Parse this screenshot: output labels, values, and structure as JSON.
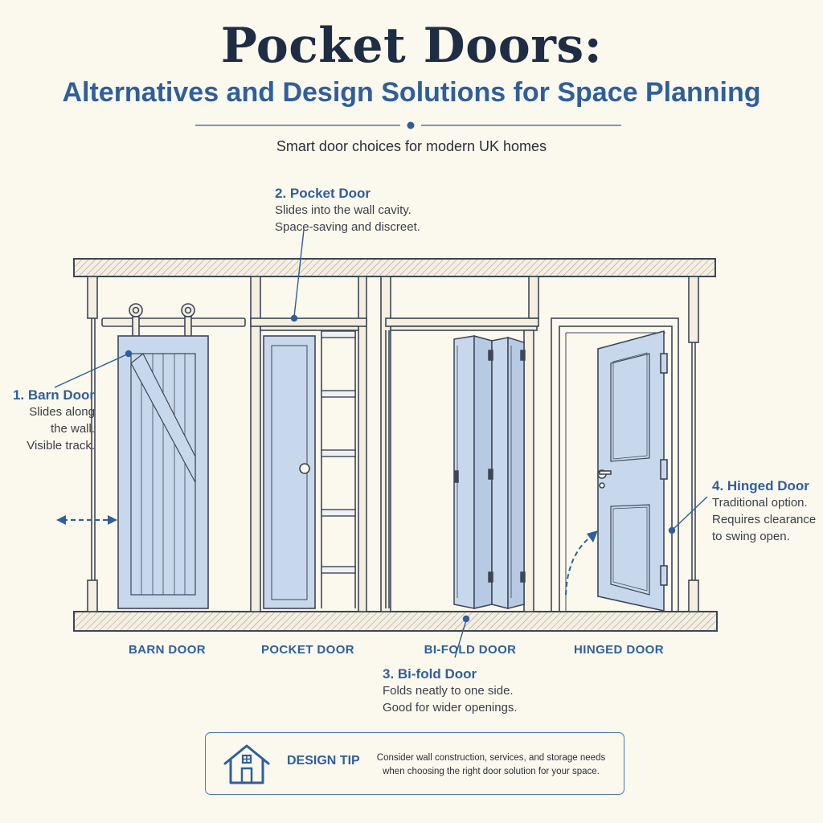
{
  "title": "Pocket Doors:",
  "subtitle": "Alternatives and Design Solutions for Space Planning",
  "tagline": "Smart door choices for modern UK homes",
  "callouts": {
    "barn": {
      "title": "1. Barn Door",
      "line1": "Slides along",
      "line2": "the wall.",
      "line3": "Visible track."
    },
    "pocket": {
      "title": "2. Pocket Door",
      "line1": "Slides into the wall cavity.",
      "line2": "Space-saving and discreet."
    },
    "bifold": {
      "title": "3. Bi-fold Door",
      "line1": "Folds neatly to one side.",
      "line2": "Good for wider openings."
    },
    "hinged": {
      "title": "4. Hinged Door",
      "line1": "Traditional option.",
      "line2": "Requires clearance",
      "line3": "to swing open."
    }
  },
  "labels": {
    "barn": "BARN DOOR",
    "pocket": "POCKET DOOR",
    "bifold": "BI-FOLD DOOR",
    "hinged": "HINGED DOOR"
  },
  "tip": {
    "title": "DESIGN TIP",
    "line1": "Consider wall construction, services, and storage needs",
    "line2": "when choosing the right door solution for your space."
  },
  "icons": {
    "tip": "house-icon"
  },
  "colors": {
    "ink": "#3e4656",
    "accent": "#2f5f9a",
    "door_fill": "#c8d8ec",
    "background": "#fbf8ee"
  }
}
